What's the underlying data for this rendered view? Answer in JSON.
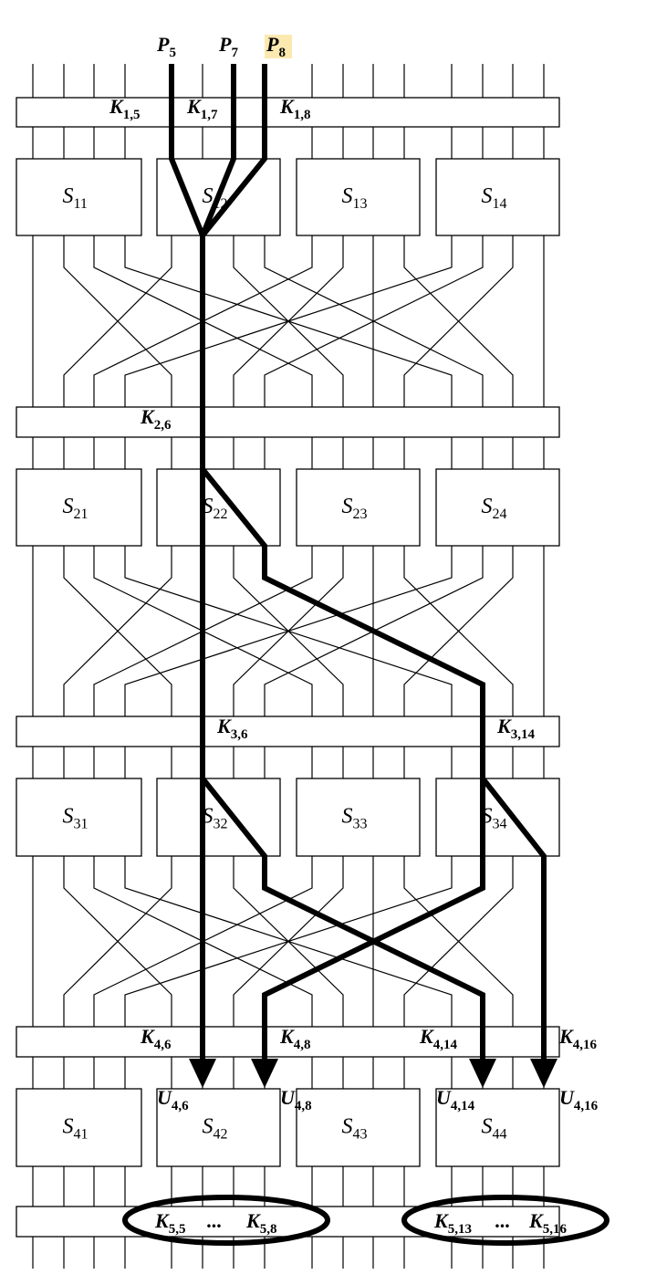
{
  "inputs": [
    {
      "label": "P",
      "sub": "5"
    },
    {
      "label": "P",
      "sub": "7"
    },
    {
      "label": "P",
      "sub": "8",
      "highlight": "#fce9b0"
    }
  ],
  "key_rounds": [
    {
      "labels": [
        {
          "label": "K",
          "sub": "1,5"
        },
        {
          "label": "K",
          "sub": "1,7"
        },
        {
          "label": "K",
          "sub": "1,8"
        }
      ]
    },
    {
      "labels": [
        {
          "label": "K",
          "sub": "2,6"
        }
      ]
    },
    {
      "labels": [
        {
          "label": "K",
          "sub": "3,6"
        },
        {
          "label": "K",
          "sub": "3,14"
        }
      ]
    },
    {
      "labels": [
        {
          "label": "K",
          "sub": "4,6"
        },
        {
          "label": "K",
          "sub": "4,8"
        },
        {
          "label": "K",
          "sub": "4,14"
        },
        {
          "label": "K",
          "sub": "4,16"
        }
      ]
    },
    {
      "labels": []
    }
  ],
  "sbox_rows": [
    [
      {
        "label": "S",
        "sub": "11"
      },
      {
        "label": "S",
        "sub": "12"
      },
      {
        "label": "S",
        "sub": "13"
      },
      {
        "label": "S",
        "sub": "14"
      }
    ],
    [
      {
        "label": "S",
        "sub": "21"
      },
      {
        "label": "S",
        "sub": "22"
      },
      {
        "label": "S",
        "sub": "23"
      },
      {
        "label": "S",
        "sub": "24"
      }
    ],
    [
      {
        "label": "S",
        "sub": "31"
      },
      {
        "label": "S",
        "sub": "32"
      },
      {
        "label": "S",
        "sub": "33"
      },
      {
        "label": "S",
        "sub": "34"
      }
    ],
    [
      {
        "label": "S",
        "sub": "41"
      },
      {
        "label": "S",
        "sub": "42"
      },
      {
        "label": "S",
        "sub": "43"
      },
      {
        "label": "S",
        "sub": "44"
      }
    ]
  ],
  "outputs": [
    {
      "label": "U",
      "sub": "4,6"
    },
    {
      "label": "U",
      "sub": "4,8"
    },
    {
      "label": "U",
      "sub": "4,14"
    },
    {
      "label": "U",
      "sub": "4,16"
    }
  ],
  "final_key_groups": [
    {
      "first": {
        "label": "K",
        "sub": "5,5"
      },
      "ellipsis": "...",
      "last": {
        "label": "K",
        "sub": "5,8"
      }
    },
    {
      "first": {
        "label": "K",
        "sub": "5,13"
      },
      "ellipsis": "...",
      "last": {
        "label": "K",
        "sub": "5,16"
      }
    }
  ]
}
